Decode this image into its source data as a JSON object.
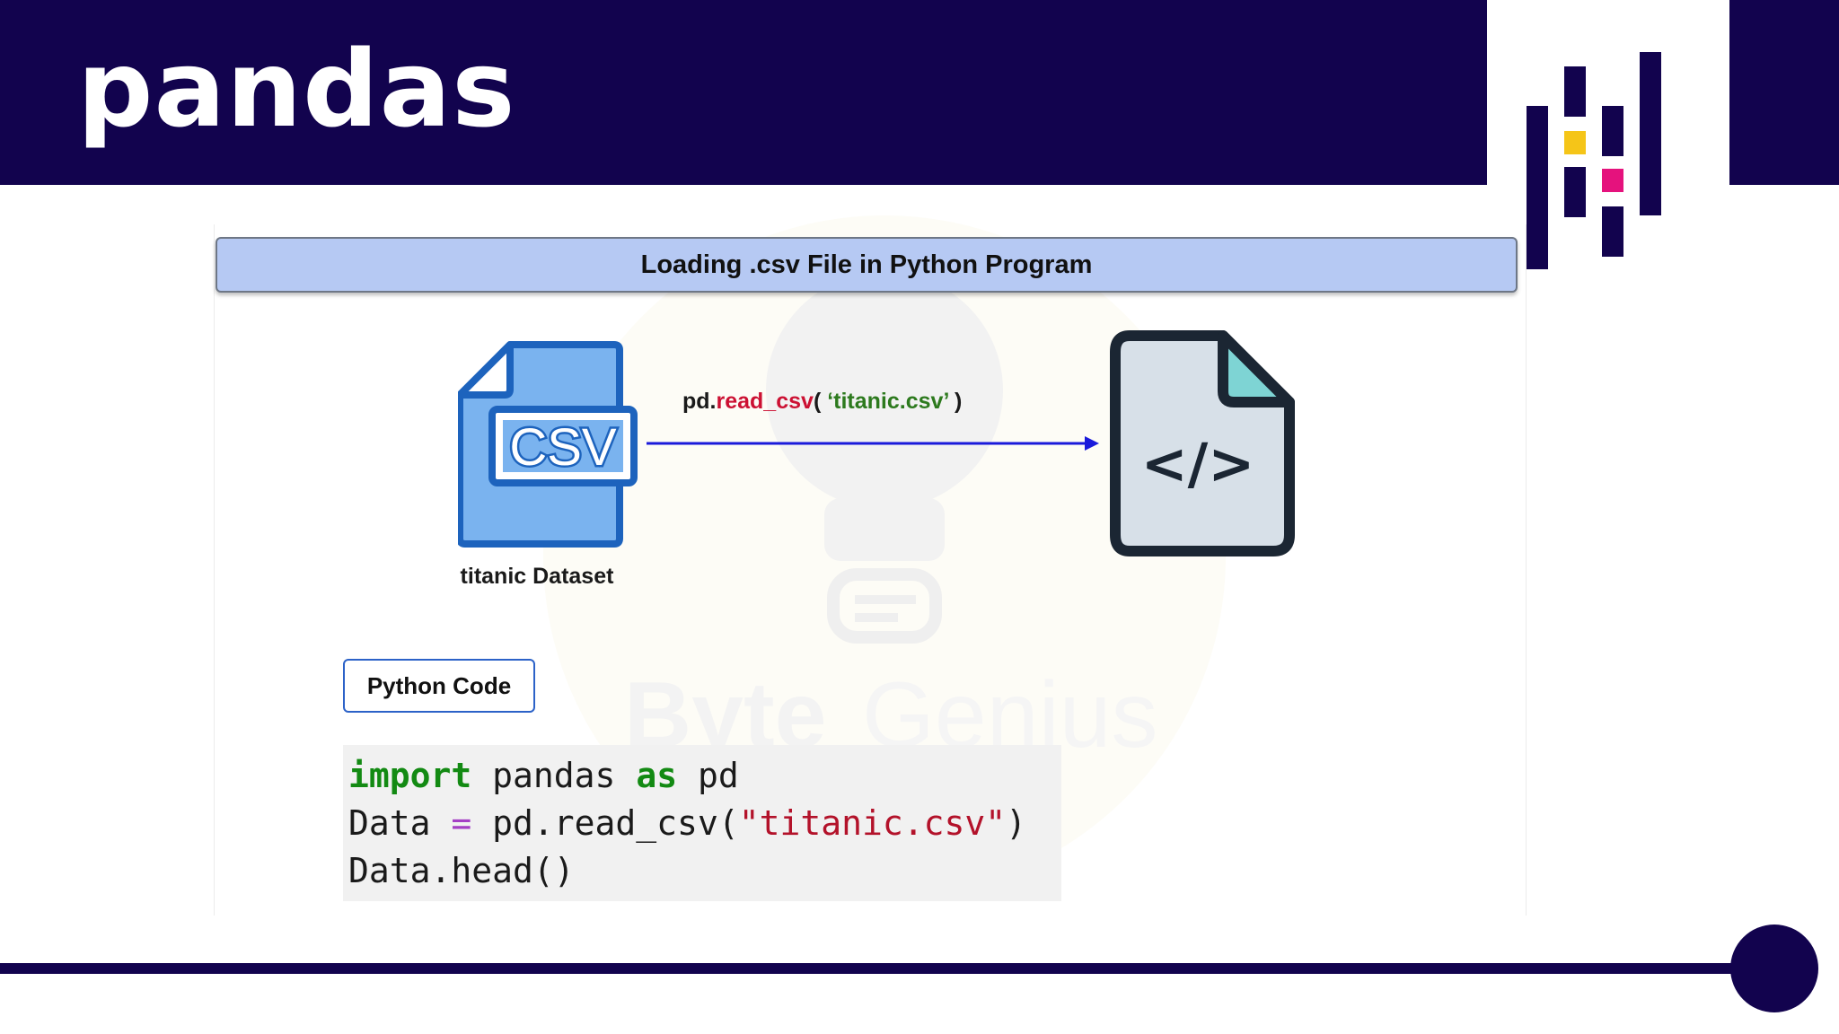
{
  "header": {
    "title": "pandas",
    "background_color": "#12034e",
    "logo_icon": "pandas-logo-icon"
  },
  "diagram": {
    "title": "Loading .csv File in Python Program",
    "source": {
      "icon": "csv-file-icon",
      "icon_text": "CSV",
      "label": "titanic Dataset"
    },
    "arrow_label": {
      "prefix": "pd.",
      "function": "read_csv",
      "open": "( ",
      "argument": "‘titanic.csv’",
      "close": " )"
    },
    "target": {
      "icon": "code-file-icon",
      "icon_text": "</>"
    }
  },
  "code_section": {
    "label": "Python Code",
    "lines": [
      [
        {
          "text": "import",
          "kind": "kw"
        },
        {
          "text": " pandas ",
          "kind": "plain"
        },
        {
          "text": "as",
          "kind": "kw"
        },
        {
          "text": " pd",
          "kind": "plain"
        }
      ],
      [
        {
          "text": "Data ",
          "kind": "plain"
        },
        {
          "text": "=",
          "kind": "op"
        },
        {
          "text": " pd.read_csv(",
          "kind": "plain"
        },
        {
          "text": "\"titanic.csv\"",
          "kind": "str"
        },
        {
          "text": ")",
          "kind": "plain"
        }
      ],
      [
        {
          "text": "Data.head()",
          "kind": "plain"
        }
      ]
    ]
  },
  "watermark": {
    "text_bold": "Byte",
    "text_light": "Genius",
    "icon": "lightbulb-icon"
  },
  "colors": {
    "accent": "#12034e",
    "title_bar": "#b6c9f3",
    "arrow": "#1a1adb",
    "function_red": "#cc1133",
    "string_green": "#2d7a1e",
    "logo_yellow": "#f5c518",
    "logo_pink": "#e5127d"
  }
}
